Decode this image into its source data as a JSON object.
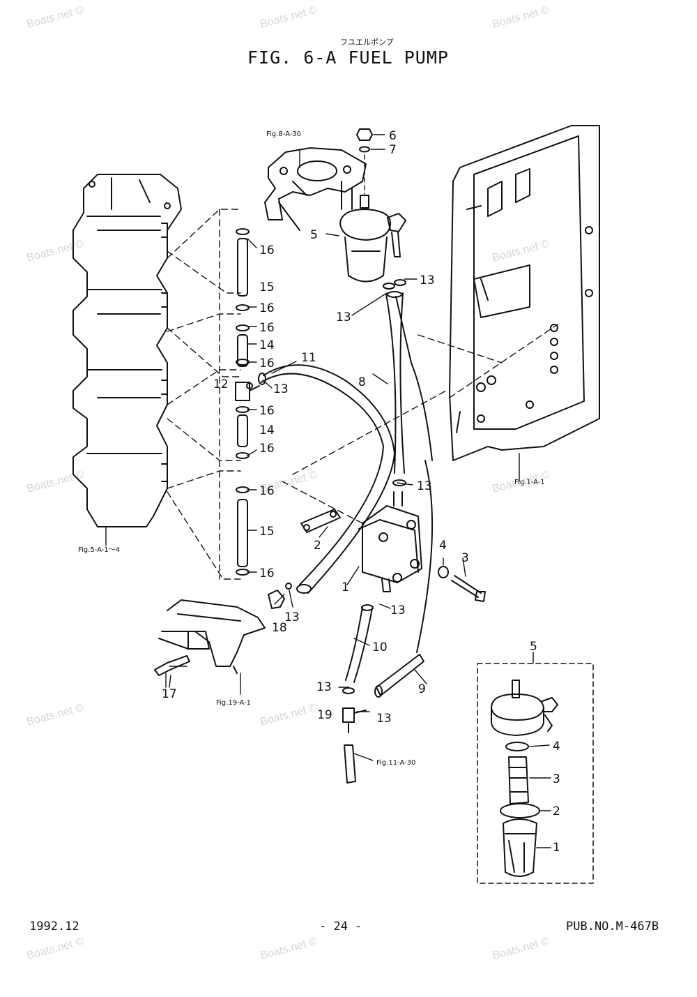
{
  "header": {
    "jp_title": "フユエルポンプ",
    "title": "FIG.  6-A FUEL PUMP"
  },
  "footer": {
    "date": "1992.12",
    "page": "- 24 -",
    "pub": "PUB.NO.M-467B"
  },
  "watermark": "Boats.net ©",
  "refs": {
    "fig8": "Fig.8-A-30",
    "fig1": "Fig.1-A-1",
    "fig5": "Fig.5-A-1～4",
    "fig19": "Fig.19-A-1",
    "fig11": "Fig.11-A-30"
  },
  "callouts": [
    "1",
    "2",
    "3",
    "4",
    "5",
    "6",
    "7",
    "8",
    "9",
    "10",
    "11",
    "12",
    "13",
    "14",
    "15",
    "16",
    "17",
    "18",
    "19"
  ],
  "inset": {
    "number": "5",
    "parts": [
      "1",
      "2",
      "3",
      "4"
    ]
  }
}
